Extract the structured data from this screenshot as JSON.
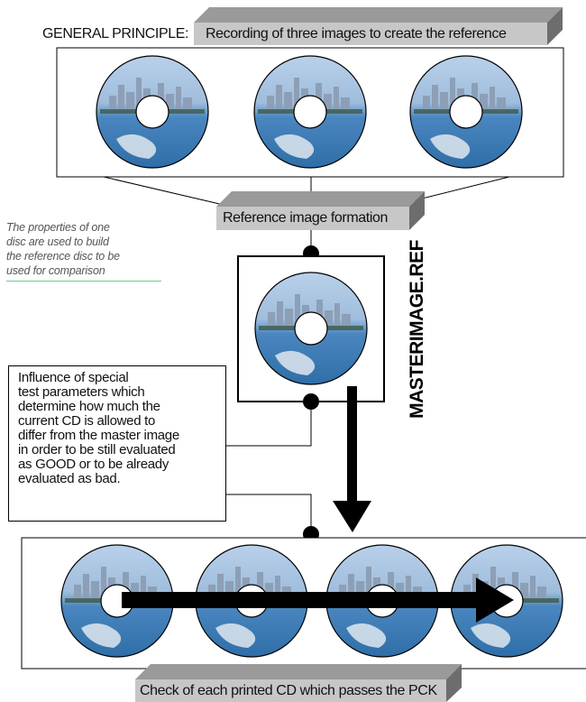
{
  "general_principle": "GENERAL PRINCIPLE:",
  "top_banner": "Recording of three images to create the reference",
  "reference_banner": "Reference image formation",
  "side_note": "The properties of one\ndisc are used to build\nthe reference disc to be\nused for comparison",
  "vertical_label": "MASTERIMAGE.REF",
  "influence_note": "Influence of special\ntest parameters which\ndetermine how much the\ncurrent CD is allowed to\ndiffer from the master image\nin order to be still evaluated\nas GOOD or to be already\nevaluated as bad.",
  "bottom_banner": "Check of each printed CD which passes the PCK",
  "colors": {
    "banner_face": "#c7c7c7",
    "banner_top": "#9a9a9a",
    "banner_side": "#6d6d6d",
    "sky": "#a8c4e0",
    "water": "#3f7fb8",
    "note_rule": "#6fcf86"
  }
}
